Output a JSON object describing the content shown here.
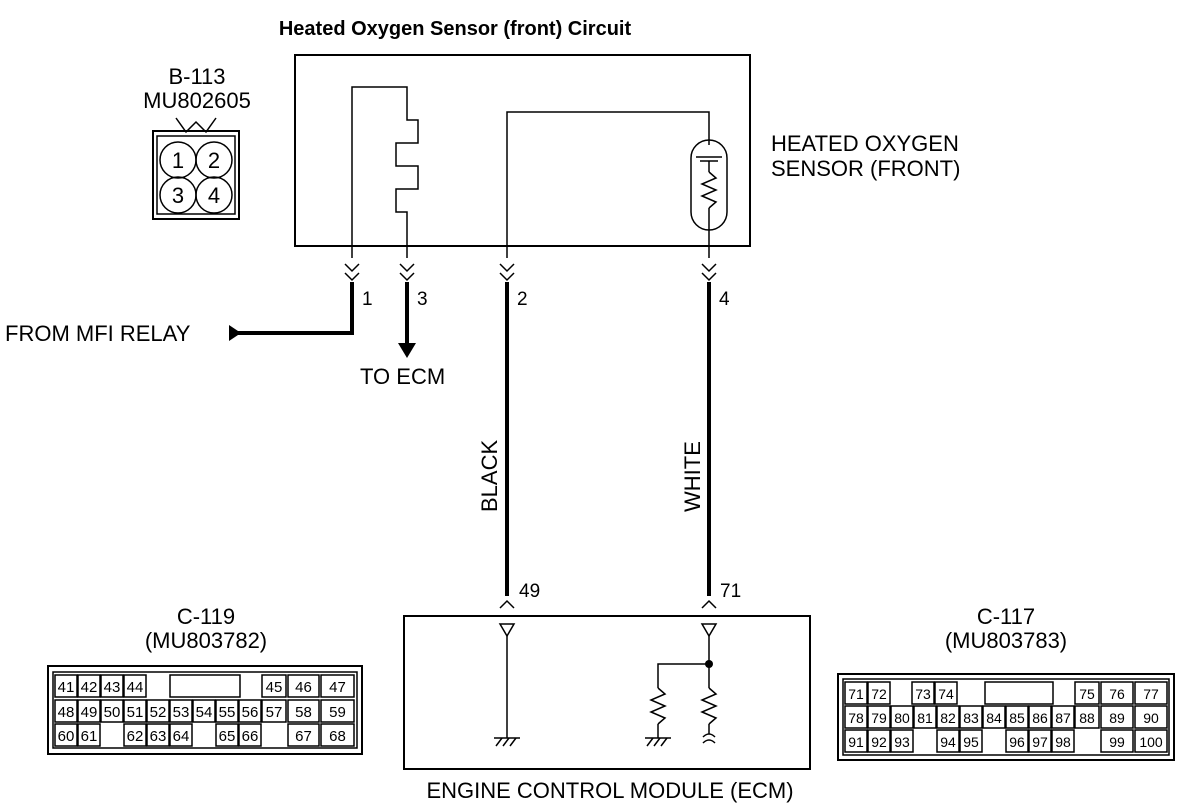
{
  "title": "Heated Oxygen Sensor (front) Circuit",
  "sensor_connector": {
    "id": "B-113",
    "part": "MU802605",
    "pins": [
      "1",
      "2",
      "3",
      "4"
    ]
  },
  "sensor_label": [
    "HEATED OXYGEN",
    "SENSOR (FRONT)"
  ],
  "pins": {
    "p1": "1",
    "p3": "3",
    "p2": "2",
    "p4": "4"
  },
  "from_label": "FROM MFI RELAY",
  "to_label": "TO ECM",
  "wire_colors": {
    "black": "BLACK",
    "white": "WHITE"
  },
  "ecm_pins": {
    "a": "49",
    "b": "71"
  },
  "ecm_label": "ENGINE CONTROL MODULE (ECM)",
  "connector_left": {
    "id": "C-119",
    "part": "(MU803782)",
    "row1": [
      "41",
      "42",
      "43",
      "44",
      "45",
      "46",
      "47"
    ],
    "row2": [
      "48",
      "49",
      "50",
      "51",
      "52",
      "53",
      "54",
      "55",
      "56",
      "57",
      "58",
      "59"
    ],
    "row3": [
      "60",
      "61",
      "62",
      "63",
      "64",
      "65",
      "66",
      "67",
      "68"
    ]
  },
  "connector_right": {
    "id": "C-117",
    "part": "(MU803783)",
    "row1": [
      "71",
      "72",
      "73",
      "74",
      "75",
      "76",
      "77"
    ],
    "row2": [
      "78",
      "79",
      "80",
      "81",
      "82",
      "83",
      "84",
      "85",
      "86",
      "87",
      "88",
      "89",
      "90"
    ],
    "row3": [
      "91",
      "92",
      "93",
      "94",
      "95",
      "96",
      "97",
      "98",
      "99",
      "100"
    ]
  }
}
